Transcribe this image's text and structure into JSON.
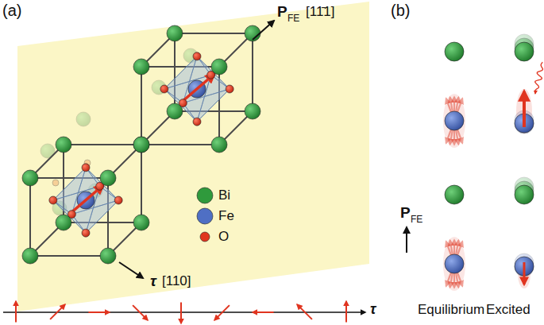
{
  "diagram": {
    "labels": [
      "(a)",
      "(b)",
      "P",
      "FE",
      "[11̄1]",
      "τ",
      "[110]",
      "P",
      "FE",
      "Equilibrium",
      "Excited",
      "τ"
    ],
    "legend": [
      {
        "text": "Bi",
        "color": "#2f9a3c"
      },
      {
        "text": "Fe",
        "color": "#4f6fc4"
      },
      {
        "text": "O",
        "color": "#e0341f"
      }
    ]
  }
}
